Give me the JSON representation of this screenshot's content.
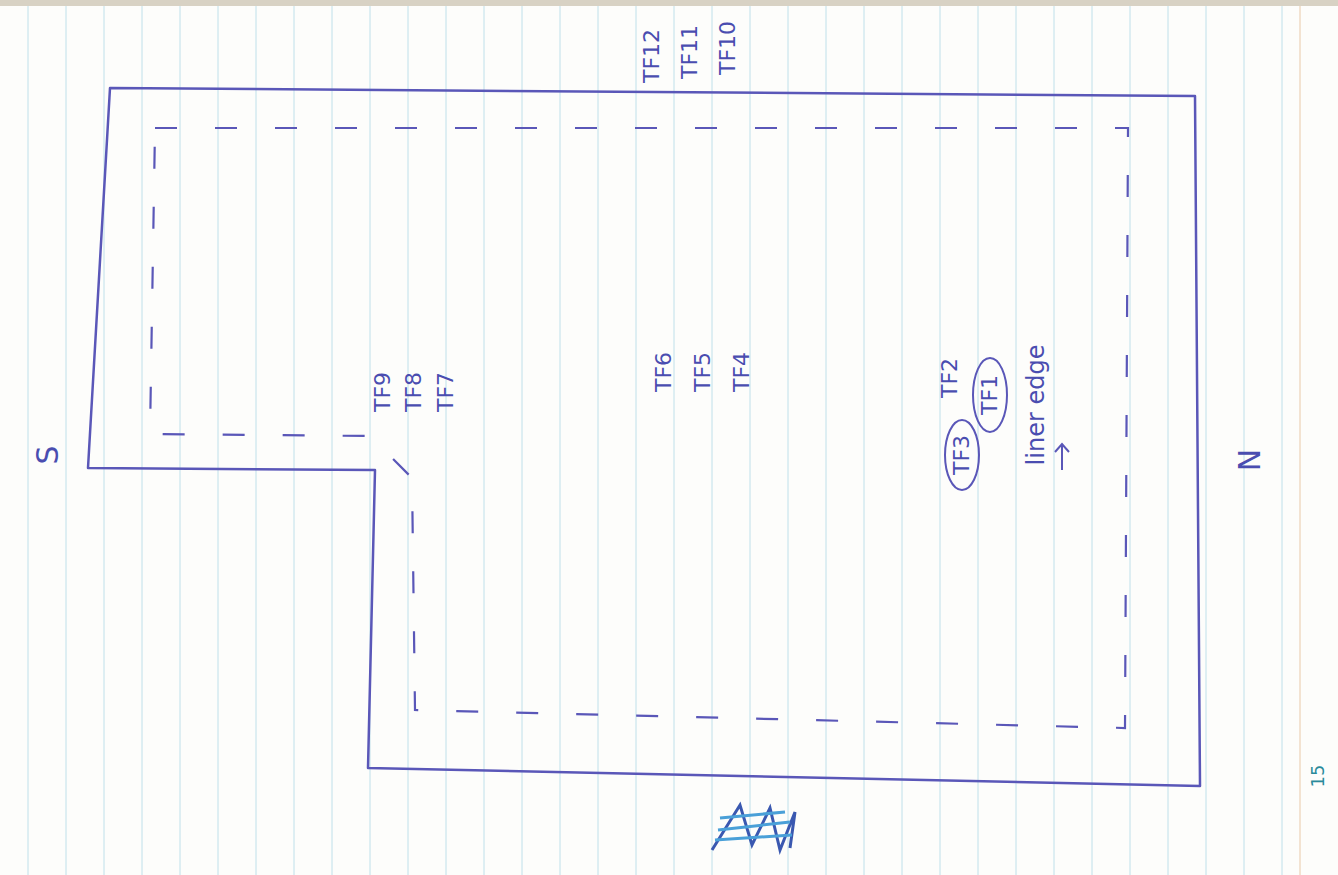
{
  "diagram": {
    "labels": [
      "TF12",
      "TF11",
      "TF10",
      "TF4",
      "TF5",
      "TF6",
      "TF7",
      "TF8",
      "TF9",
      "TF1",
      "TF2",
      "TF3",
      "liner edge",
      "S",
      "N",
      "15"
    ]
  }
}
